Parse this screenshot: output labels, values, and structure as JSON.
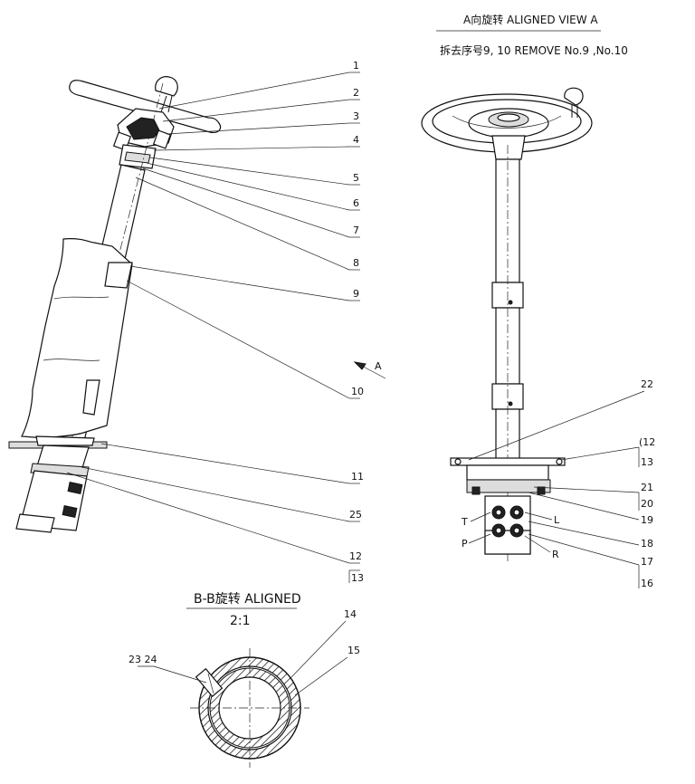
{
  "view_a": {
    "title": "A向旋转   ALIGNED VIEW A",
    "subtitle": "拆去序号9, 10   REMOVE No.9 ,No.10"
  },
  "section_bb": {
    "title": "B-B旋转 ALIGNED",
    "scale": "2:1"
  },
  "arrow_a_label": "A",
  "callouts_left": [
    "1",
    "2",
    "3",
    "4",
    "5",
    "6",
    "7",
    "8",
    "9",
    "10",
    "11",
    "25",
    "12",
    "13"
  ],
  "callouts_right": [
    "22",
    "(12",
    "13",
    "21",
    "20",
    "19",
    "18",
    "17",
    "16"
  ],
  "port_labels": [
    "T",
    "L",
    "P",
    "R"
  ],
  "callouts_section": [
    "14",
    "15",
    "23 24"
  ]
}
